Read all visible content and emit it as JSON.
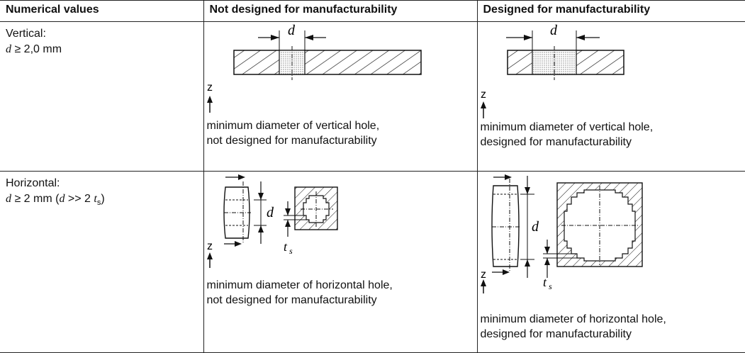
{
  "headers": {
    "numerical_values": "Numerical values",
    "not_designed": "Not designed for manufacturability",
    "designed": "Designed for manufacturability"
  },
  "rows": [
    {
      "orientation": "Vertical:",
      "rule_var": "d",
      "rule_text": " ≥ 2,0 mm",
      "not_designed_caption_1": "minimum diameter of vertical hole,",
      "not_designed_caption_2": "not designed for manufacturability",
      "designed_caption_1": "minimum diameter of vertical hole,",
      "designed_caption_2": "designed for manufacturability"
    },
    {
      "orientation": "Horizontal:",
      "rule_var": "d",
      "rule_text_1": " ≥ 2 mm (",
      "rule_var_2": "d",
      "rule_text_2": " >> 2 ",
      "rule_var_3": "t",
      "rule_sub": "s",
      "rule_text_3": ")",
      "not_designed_caption_1": "minimum diameter of horizontal hole,",
      "not_designed_caption_2": "not designed for manufacturability",
      "designed_caption_1": "minimum diameter of horizontal hole,",
      "designed_caption_2": "designed for manufacturability"
    }
  ],
  "labels": {
    "d": "d",
    "z": "z",
    "t": "t",
    "s": "s"
  }
}
